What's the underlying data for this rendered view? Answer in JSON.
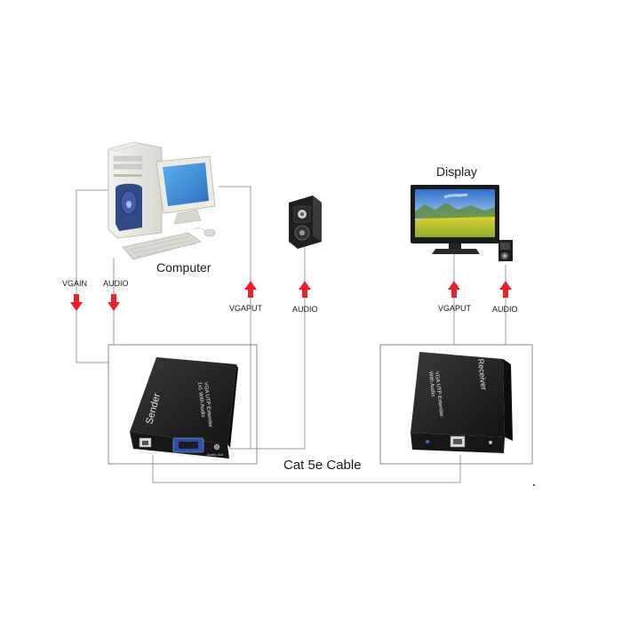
{
  "labels": {
    "computer": "Computer",
    "display": "Display",
    "vgain": "VGAIN",
    "audio_in": "AUDIO",
    "vgaput_sender": "VGAPUT",
    "audio_speaker": "AUDIO",
    "vgaput_receiver": "VGAPUT",
    "audio_receiver": "AUDIO",
    "cable": "Cat 5e Cable"
  },
  "sender": {
    "side_label": "Sender",
    "top_line1": "VGA UTP Extender",
    "top_line2": "1x1 With Audio",
    "port_utp": "UTP Output",
    "port_vga": "VGA Output",
    "port_audio": "Audio Out"
  },
  "receiver": {
    "side_label": "Receiver",
    "top_line1": "VGA UTP Extender",
    "top_line2": "With Audio"
  },
  "colors": {
    "arrow": "#e8212b",
    "device_body": "#1f1f1f",
    "wire": "#9a9a9a"
  }
}
